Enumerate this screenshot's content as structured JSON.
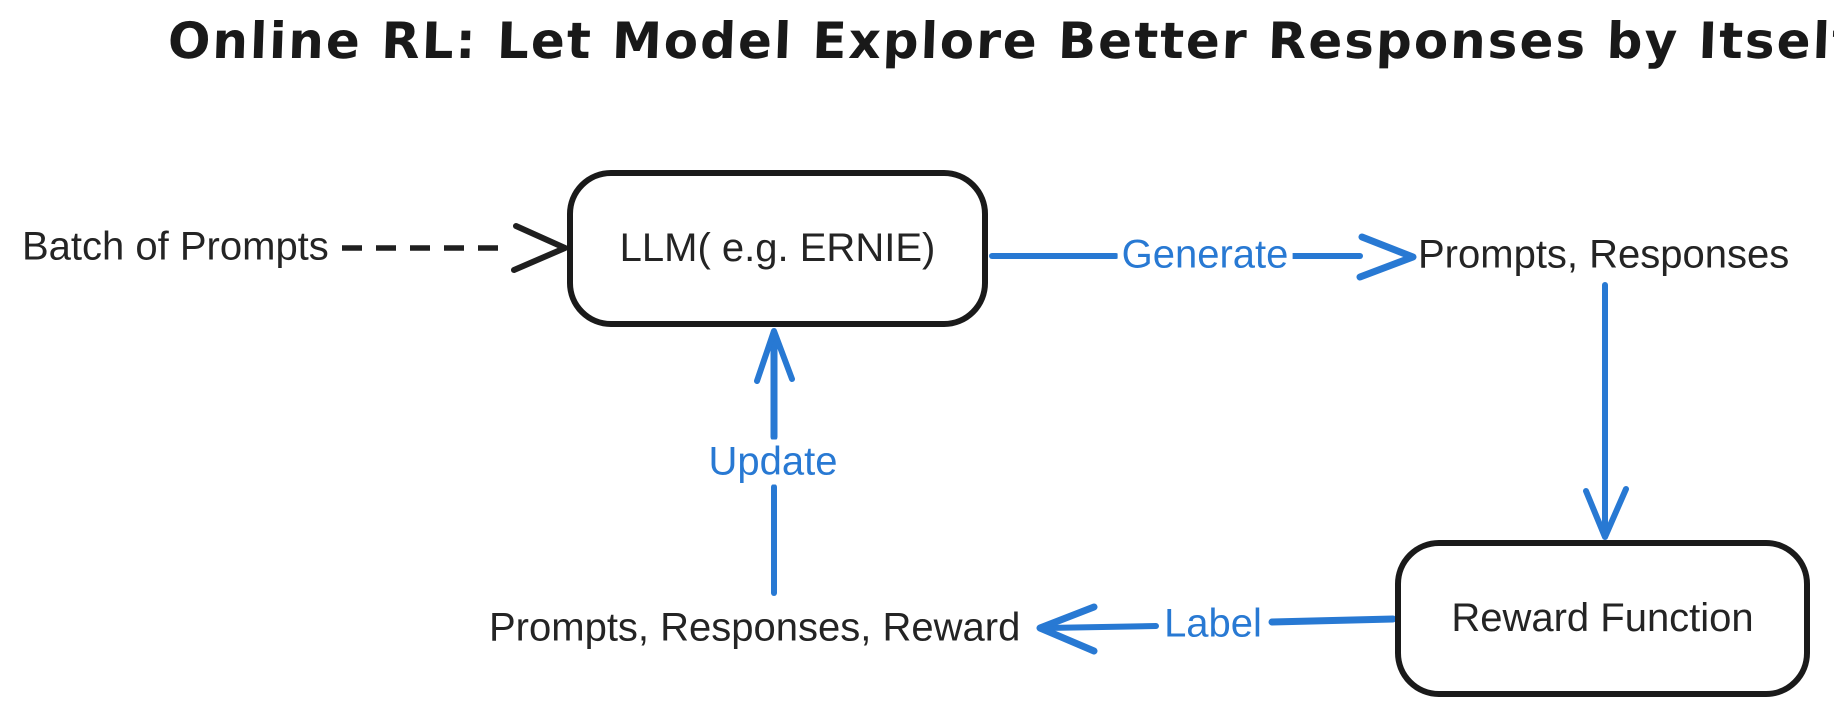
{
  "title": "Online RL: Let Model Explore Better Responses by Itself",
  "colors": {
    "accent_blue": "#2879d3",
    "ink": "#1f1f1f",
    "background": "#ffffff"
  },
  "nodes": [
    {
      "id": "llm",
      "label": "LLM( e.g. ERNIE)"
    },
    {
      "id": "reward_function",
      "label": "Reward Function"
    }
  ],
  "labels": {
    "batch_of_prompts": "Batch of Prompts",
    "prompts_responses": "Prompts, Responses",
    "prompts_responses_reward": "Prompts, Responses, Reward"
  },
  "edges": [
    {
      "from": "Batch of Prompts",
      "to": "LLM( e.g. ERNIE)",
      "label": "",
      "style": "dashed",
      "color": "black",
      "direction": "right"
    },
    {
      "from": "LLM( e.g. ERNIE)",
      "to": "Prompts, Responses",
      "label": "Generate",
      "style": "solid",
      "color": "blue",
      "direction": "right"
    },
    {
      "from": "Prompts, Responses",
      "to": "Reward Function",
      "label": "",
      "style": "solid",
      "color": "blue",
      "direction": "down"
    },
    {
      "from": "Reward Function",
      "to": "Prompts, Responses, Reward",
      "label": "Label",
      "style": "solid",
      "color": "blue",
      "direction": "left"
    },
    {
      "from": "Prompts, Responses, Reward",
      "to": "LLM( e.g. ERNIE)",
      "label": "Update",
      "style": "solid",
      "color": "blue",
      "direction": "up"
    }
  ]
}
